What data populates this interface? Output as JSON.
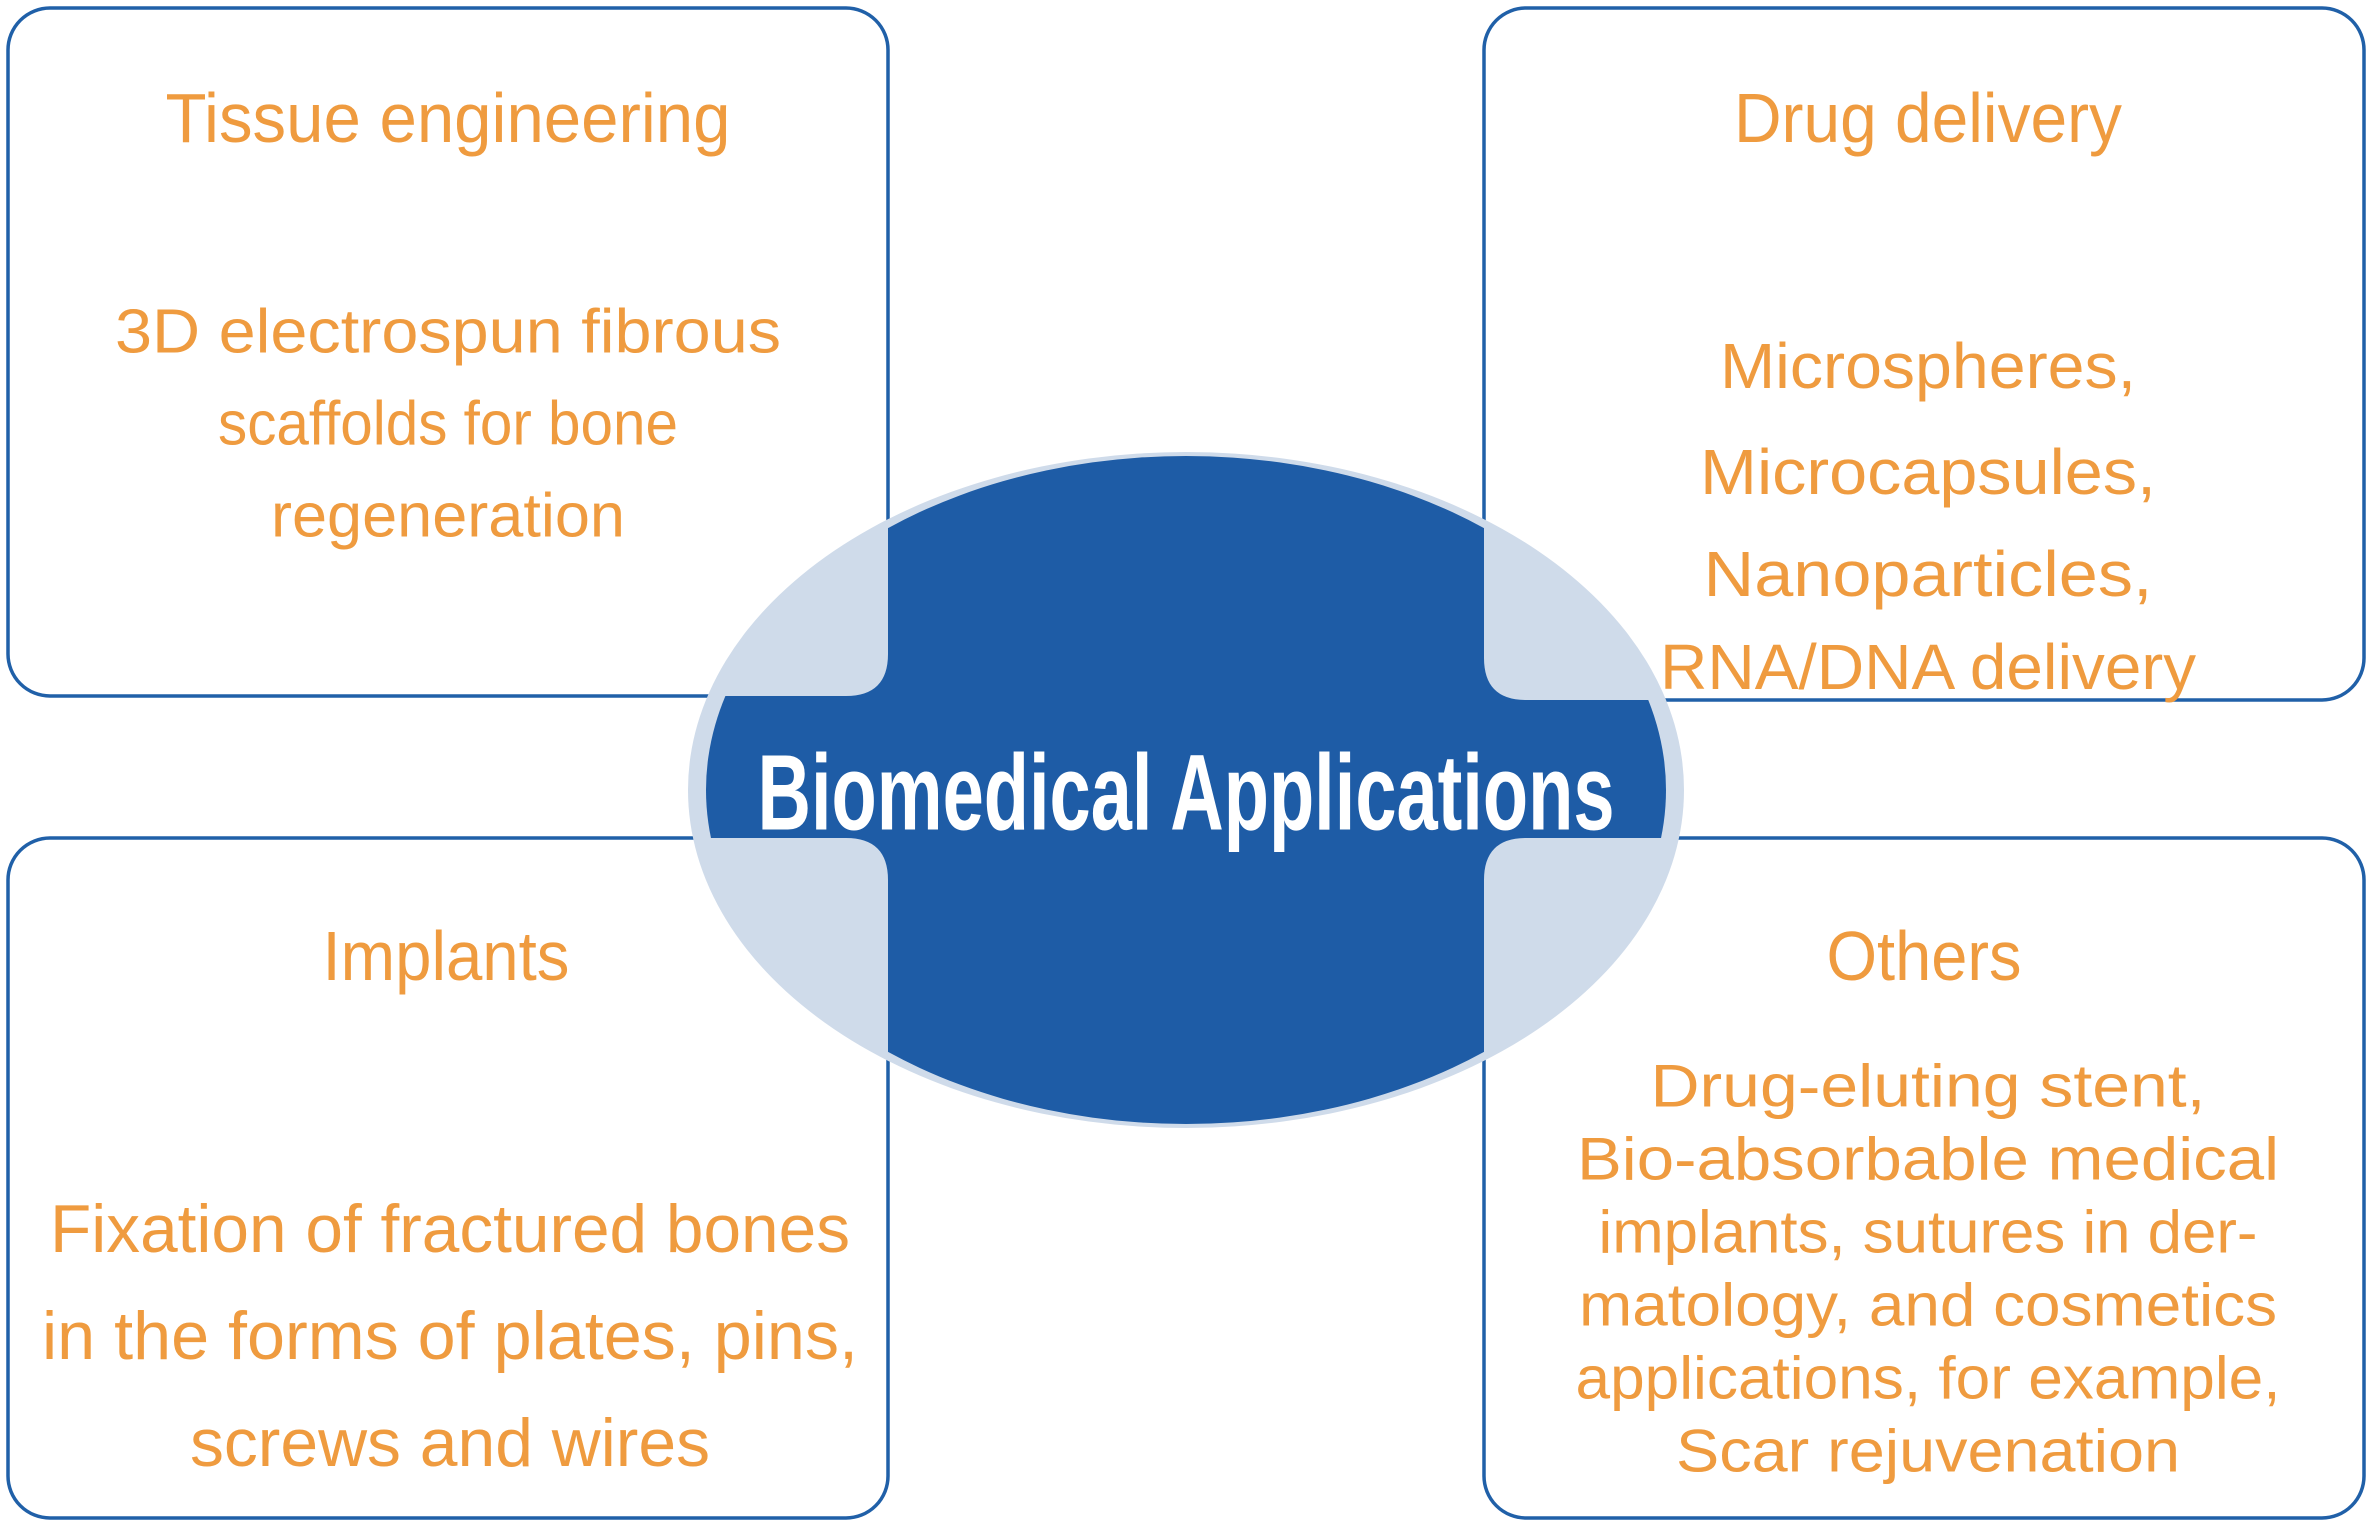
{
  "center": {
    "label": "Biomedical Applications"
  },
  "boxes": [
    {
      "id": "tissue-engineering",
      "title": "Tissue engineering",
      "lines": [
        "3D electrospun fibrous",
        "scaffolds for bone",
        "regeneration"
      ]
    },
    {
      "id": "drug-delivery",
      "title": "Drug delivery",
      "lines": [
        "Microspheres,",
        "Microcapsules,",
        "Nanoparticles,",
        "RNA/DNA delivery"
      ]
    },
    {
      "id": "implants",
      "title": "Implants",
      "lines": [
        "Fixation of fractured bones",
        "in the forms of plates, pins,",
        "screws and wires"
      ]
    },
    {
      "id": "others",
      "title": "Others",
      "lines": [
        "Drug-eluting stent,",
        "Bio-absorbable medical",
        "implants, sutures in der-",
        "matology, and cosmetics",
        "applications, for example,",
        "Scar rejuvenation"
      ]
    }
  ],
  "colors": {
    "accent_orange": "#EF9B3F",
    "border_blue": "#2060A8",
    "ellipse_dark": "#1E5CA6",
    "ellipse_light": "#CFDBEA",
    "center_text": "#FFFFFF"
  }
}
